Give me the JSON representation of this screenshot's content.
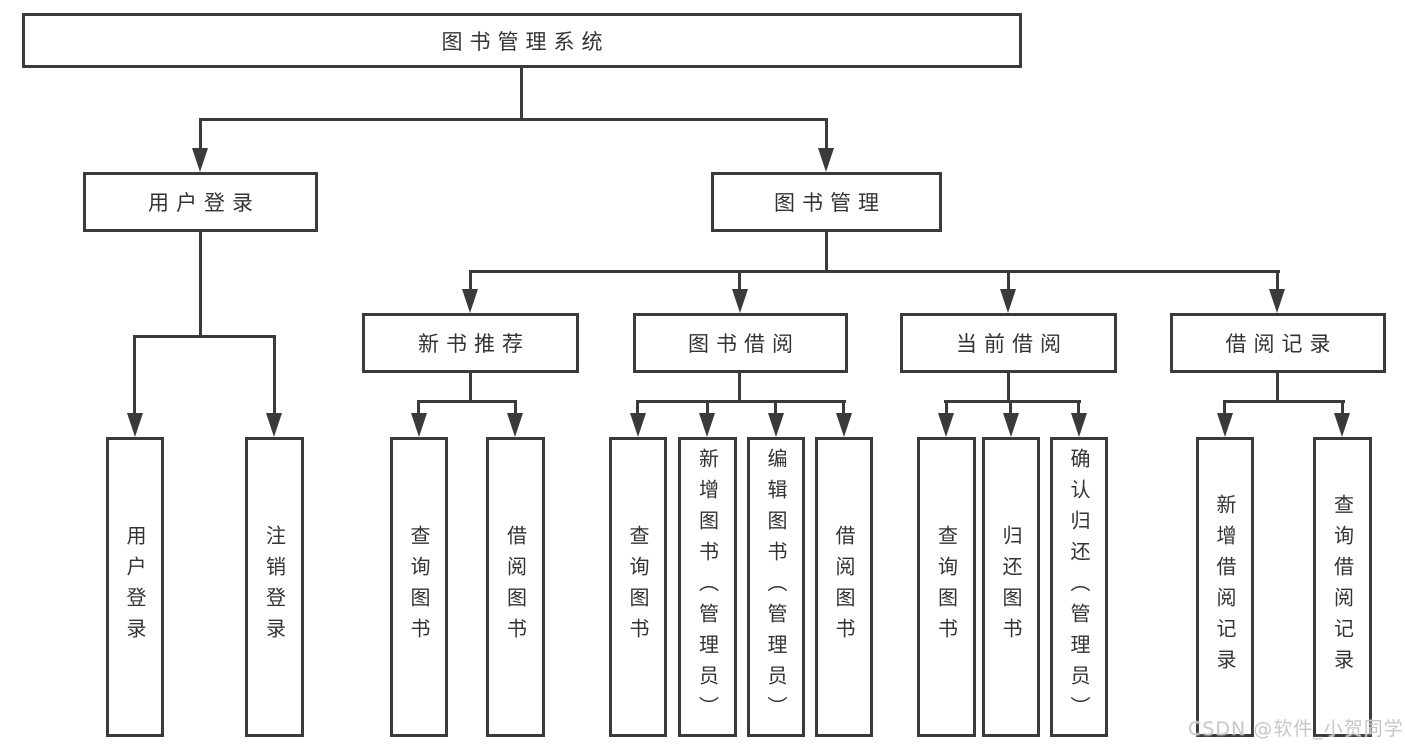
{
  "tree": {
    "root": {
      "label": "图书管理系统"
    },
    "children": [
      {
        "label": "用户登录",
        "children": [
          {
            "label": "用户登录"
          },
          {
            "label": "注销登录"
          }
        ]
      },
      {
        "label": "图书管理",
        "children": [
          {
            "label": "新书推荐",
            "children": [
              {
                "label": "查询图书"
              },
              {
                "label": "借阅图书"
              }
            ]
          },
          {
            "label": "图书借阅",
            "children": [
              {
                "label": "查询图书"
              },
              {
                "label": "新增图书（管理员）"
              },
              {
                "label": "编辑图书（管理员）"
              },
              {
                "label": "借阅图书"
              }
            ]
          },
          {
            "label": "当前借阅",
            "children": [
              {
                "label": "查询图书"
              },
              {
                "label": "归还图书"
              },
              {
                "label": "确认归还（管理员）"
              }
            ]
          },
          {
            "label": "借阅记录",
            "children": [
              {
                "label": "新增借阅记录"
              },
              {
                "label": "查询借阅记录"
              }
            ]
          }
        ]
      }
    ]
  },
  "watermark": {
    "text": "CSDN @软件_小贺同学"
  },
  "colors": {
    "line": "#3a3a3a",
    "box_border": "#3a3a3a",
    "text": "#333333",
    "watermark": "#c5c7ca",
    "background": "#ffffff"
  }
}
